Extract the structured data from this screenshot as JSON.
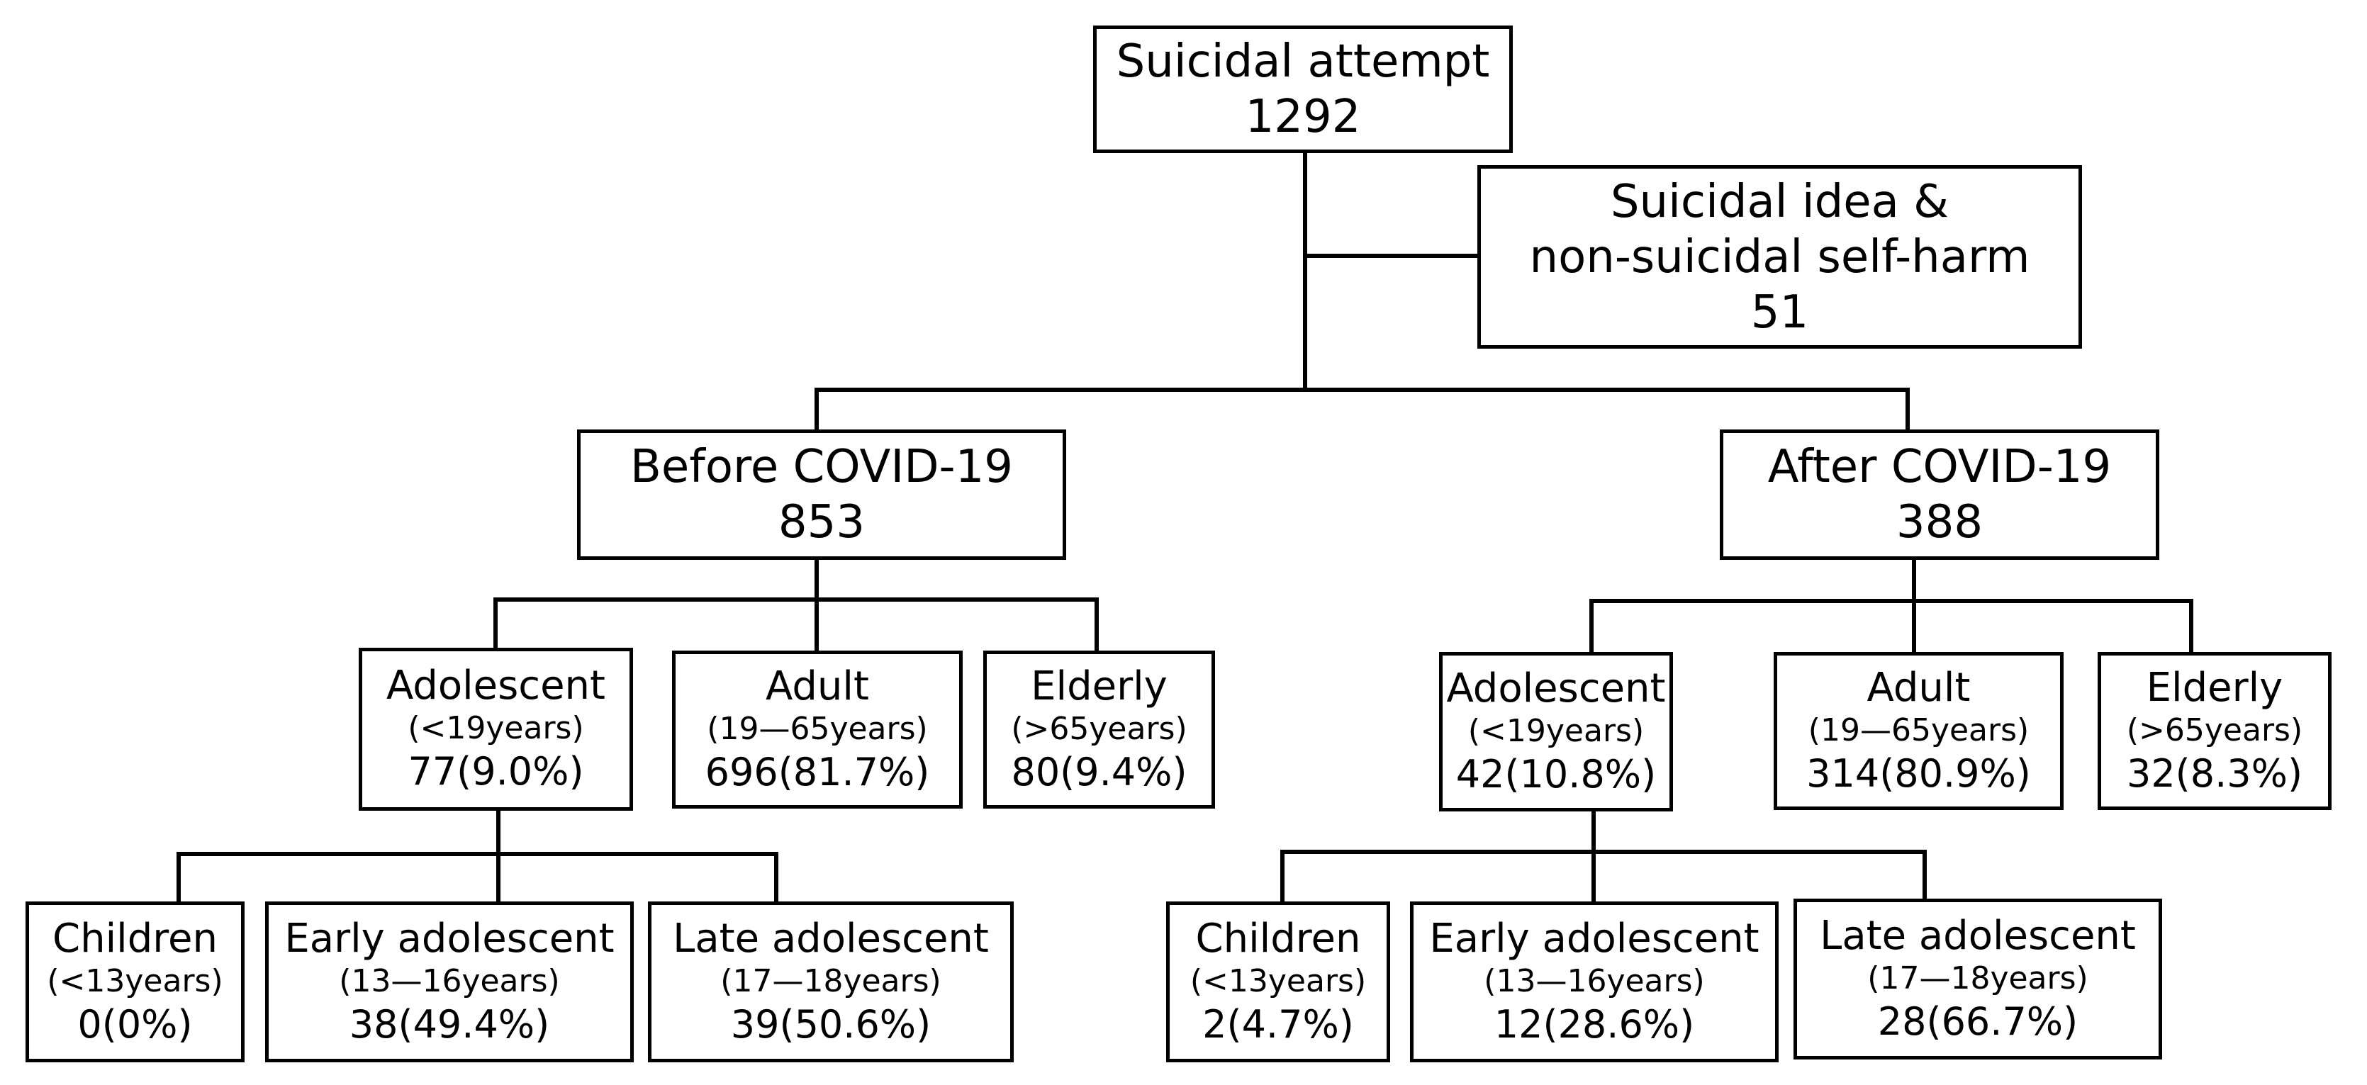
{
  "root": {
    "title": "Suicidal attempt",
    "value": "1292"
  },
  "excluded": {
    "line1": "Suicidal idea &",
    "line2": "non-suicidal self-harm",
    "value": "51"
  },
  "before": {
    "title": "Before COVID-19",
    "value": "853",
    "adolescent": {
      "label": "Adolescent",
      "range": "(<19years)",
      "value": "77(9.0%)"
    },
    "adult": {
      "label": "Adult",
      "range": "(19—65years)",
      "value": "696(81.7%)"
    },
    "elderly": {
      "label": "Elderly",
      "range": "(>65years)",
      "value": "80(9.4%)"
    },
    "children": {
      "label": "Children",
      "range": "(<13years)",
      "value": "0(0%)"
    },
    "early": {
      "label": "Early adolescent",
      "range": "(13—16years)",
      "value": "38(49.4%)"
    },
    "late": {
      "label": "Late adolescent",
      "range": "(17—18years)",
      "value": "39(50.6%)"
    }
  },
  "after": {
    "title": "After COVID-19",
    "value": "388",
    "adolescent": {
      "label": "Adolescent",
      "range": "(<19years)",
      "value": "42(10.8%)"
    },
    "adult": {
      "label": "Adult",
      "range": "(19—65years)",
      "value": "314(80.9%)"
    },
    "elderly": {
      "label": "Elderly",
      "range": "(>65years)",
      "value": "32(8.3%)"
    },
    "children": {
      "label": "Children",
      "range": "(<13years)",
      "value": "2(4.7%)"
    },
    "early": {
      "label": "Early adolescent",
      "range": "(13—16years)",
      "value": "12(28.6%)"
    },
    "late": {
      "label": "Late adolescent",
      "range": "(17—18years)",
      "value": "28(66.7%)"
    }
  }
}
